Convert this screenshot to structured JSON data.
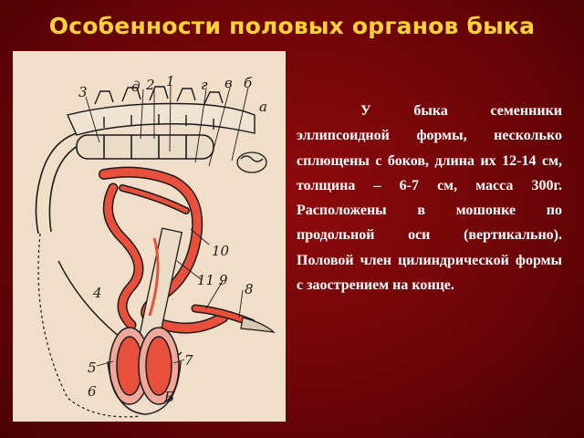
{
  "slide": {
    "title": "Особенности половых органов быка",
    "body_text": "У быка семенники эллипсоидной формы, несколько сплющены с боков, длина их 12-14 см, толщина – 6-7 см, масса 300г. Расположены в мошонке по продольной оси (вертикально). Половой член цилиндрической формы с заострением на конце."
  },
  "figure": {
    "labels": {
      "l3": "3",
      "ld": "д",
      "l2": "2",
      "l1": "1",
      "lg": "г",
      "lv": "в",
      "lb": "б",
      "la": "а",
      "l10": "10",
      "l4": "4",
      "l11": "11",
      "l9": "9",
      "l8": "8",
      "l5": "5",
      "l7": "7",
      "l6": "6",
      "lB": "Б"
    },
    "colors": {
      "organ_fill": "#e8503c",
      "line": "#1a1a1a",
      "paper": "#f1dec8"
    }
  }
}
